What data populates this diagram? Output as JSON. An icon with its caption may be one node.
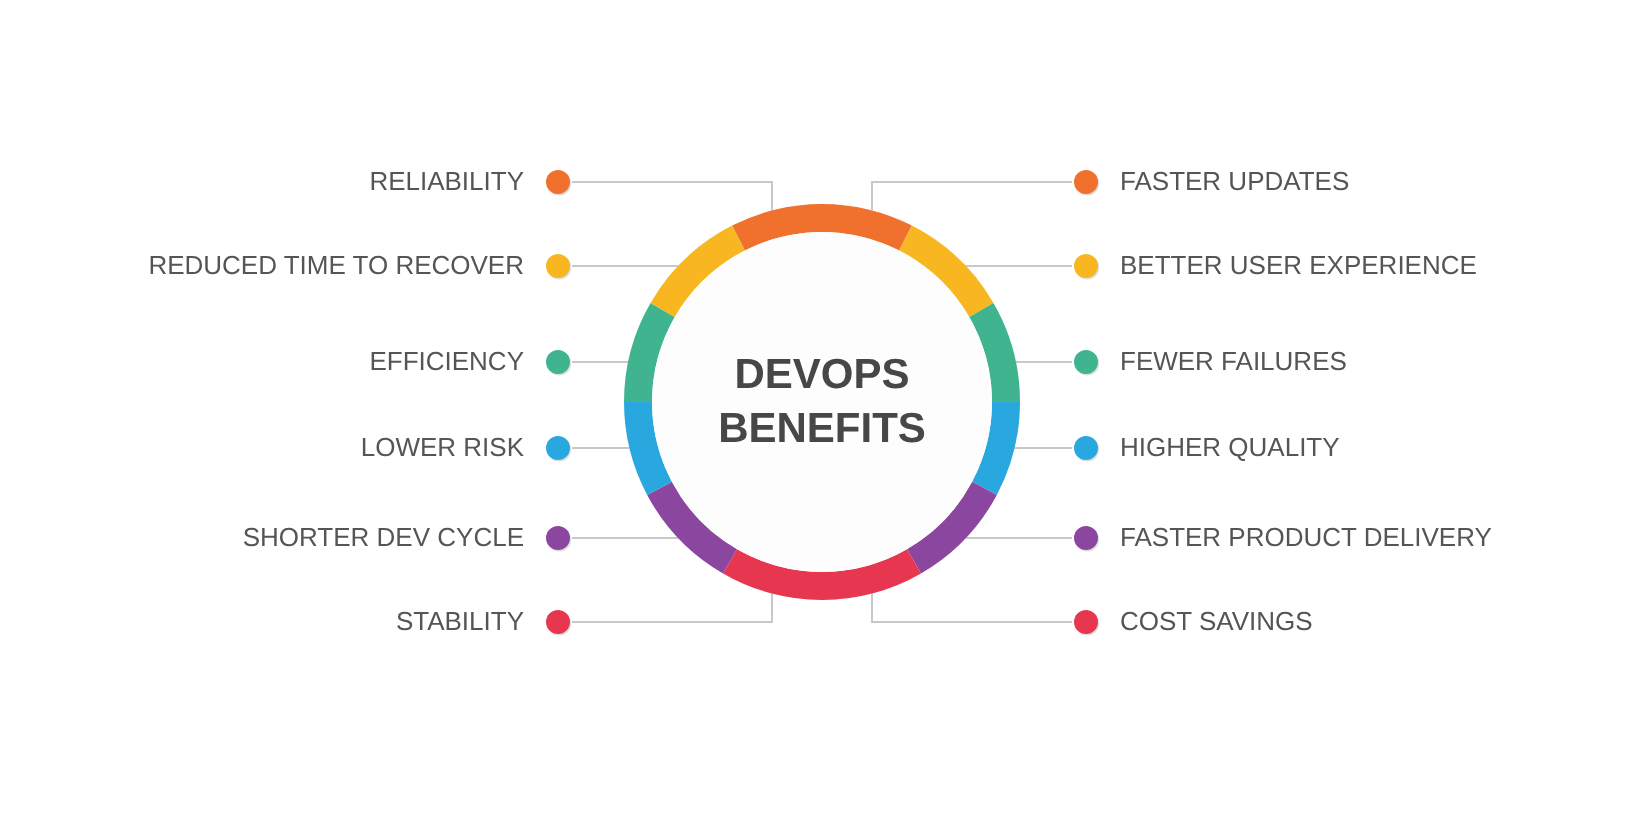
{
  "diagram": {
    "nodes": [
      {
        "text": [
          "DEVOPS BENEFITS"
        ]
      },
      {
        "text": [
          "RELIABILITY"
        ]
      },
      {
        "text": [
          "FASTER UPDATES"
        ]
      },
      {
        "text": [
          "REDUCED TIME TO RECOVER"
        ]
      },
      {
        "text": [
          "BETTER USER EXPERIENCE"
        ]
      },
      {
        "text": [
          "EFFICIENCY"
        ]
      },
      {
        "text": [
          "FEWER FAILURES"
        ]
      },
      {
        "text": [
          "LOWER RISK"
        ]
      },
      {
        "text": [
          "HIGHER QUALITY"
        ]
      },
      {
        "text": [
          "SHORTER DEV CYCLE"
        ]
      },
      {
        "text": [
          "FASTER PRODUCT DELIVERY"
        ]
      },
      {
        "text": [
          "STABILITY"
        ]
      },
      {
        "text": [
          "COST SAVINGS"
        ]
      }
    ],
    "edges": [
      {
        "from": 1,
        "to": 0,
        "arrow": "none"
      },
      {
        "from": 2,
        "to": 0,
        "arrow": "none"
      },
      {
        "from": 3,
        "to": 0,
        "arrow": "none"
      },
      {
        "from": 4,
        "to": 0,
        "arrow": "none"
      },
      {
        "from": 5,
        "to": 0,
        "arrow": "none"
      },
      {
        "from": 6,
        "to": 0,
        "arrow": "none"
      },
      {
        "from": 7,
        "to": 0,
        "arrow": "none"
      },
      {
        "from": 8,
        "to": 0,
        "arrow": "none"
      },
      {
        "from": 9,
        "to": 0,
        "arrow": "none"
      },
      {
        "from": 10,
        "to": 0,
        "arrow": "none"
      },
      {
        "from": 11,
        "to": 0,
        "arrow": "none"
      },
      {
        "from": 12,
        "to": 0,
        "arrow": "none"
      }
    ]
  }
}
